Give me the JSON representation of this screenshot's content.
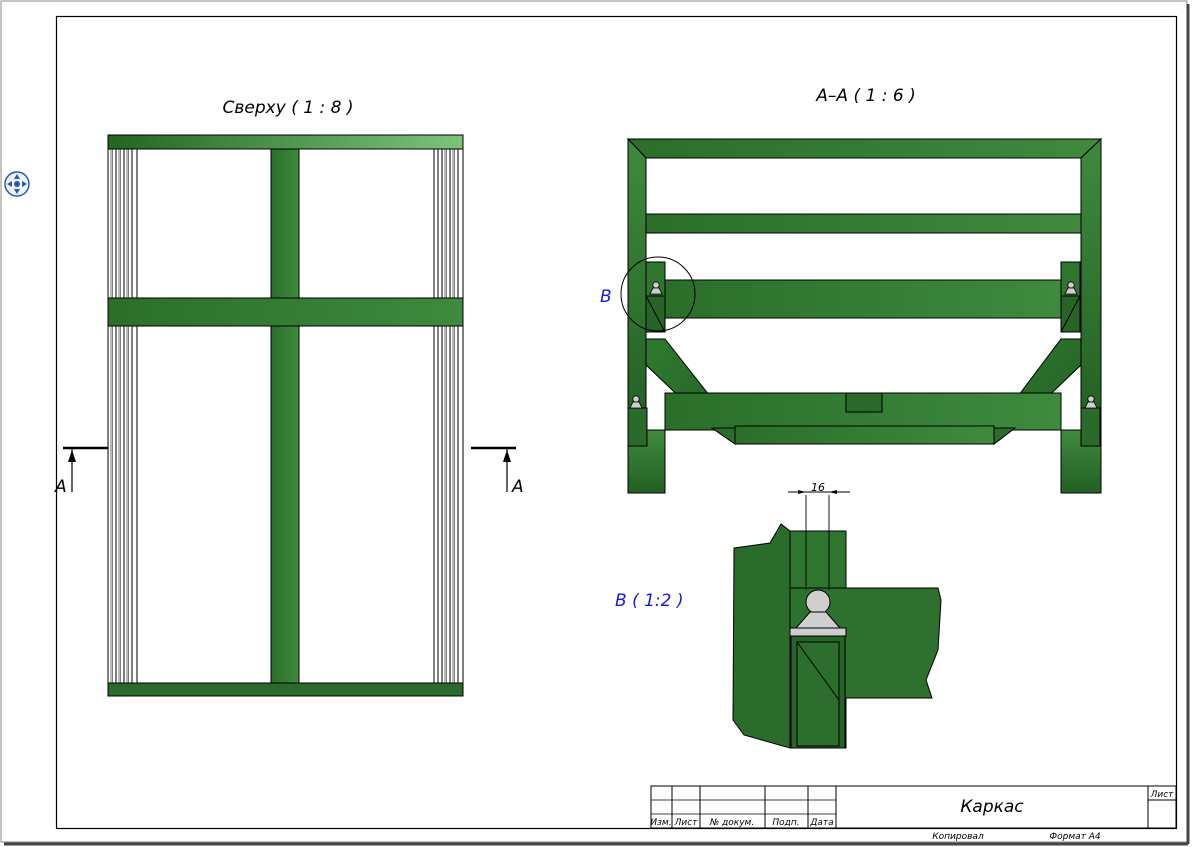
{
  "colors": {
    "frame_green": "#2e6f2e",
    "frame_green_light": "#6fbf6f",
    "frame_green_dark": "#1f5a1f",
    "rail_grey": "#c8c8c8",
    "label_blue": "#1a1ad0",
    "line": "#000000"
  },
  "views": {
    "top": {
      "title": "Сверху ( 1 : 8 )"
    },
    "section": {
      "title": "А–А ( 1 : 6 )",
      "callout": "В"
    },
    "detail": {
      "title": "В ( 1:2 )",
      "dimension": "16"
    },
    "cut_marks": {
      "left": "А",
      "right": "А"
    }
  },
  "stamp": {
    "title": "Каркас",
    "sheet": "Лист",
    "columns": [
      "Изм.",
      "Лист",
      "№ докум.",
      "Подп.",
      "Дата"
    ],
    "copied": "Копировал",
    "format": "Формат А4"
  },
  "icons": {
    "nav": "navigation-icon"
  }
}
